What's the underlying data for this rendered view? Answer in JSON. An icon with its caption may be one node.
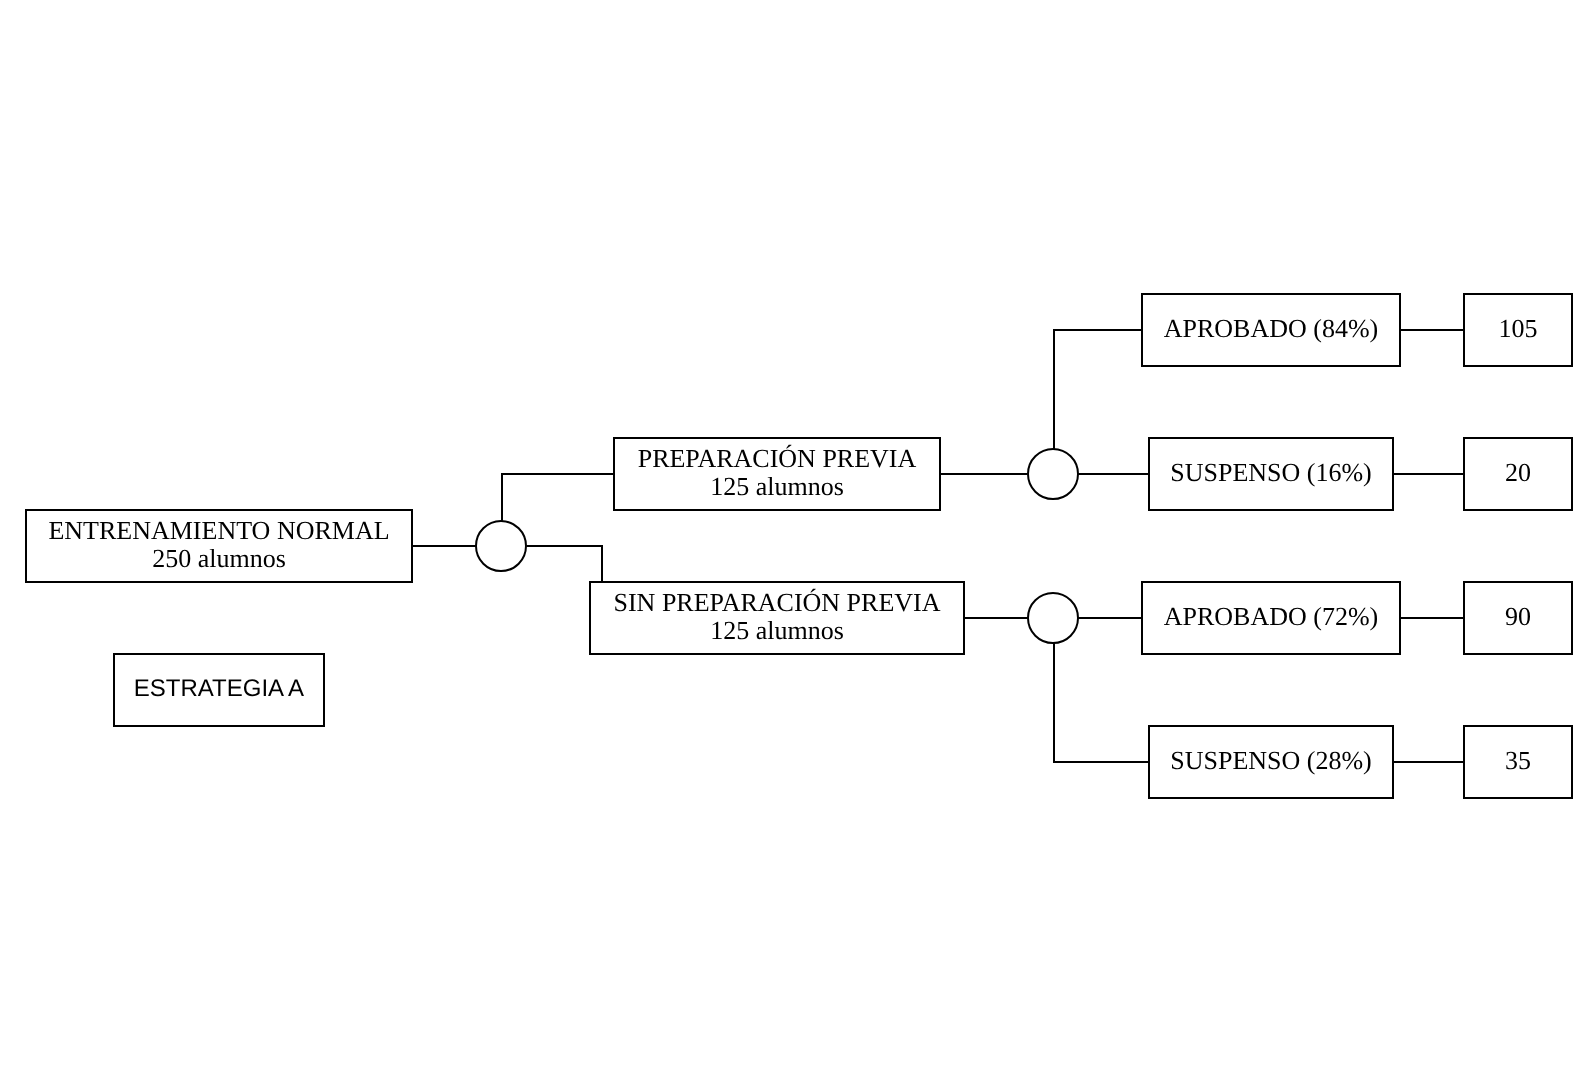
{
  "diagram": {
    "nodes": [
      {
        "text": [
          "ESTRATEGIA A"
        ]
      },
      {
        "text": [
          "ENTRENAMIENTO NORMAL",
          "250 alumnos"
        ]
      },
      {
        "text": [],
        "shape": "circle"
      },
      {
        "text": [
          "PREPARACIÓN PREVIA",
          "125 alumnos"
        ]
      },
      {
        "text": [
          "SIN PREPARACIÓN PREVIA",
          "125 alumnos"
        ]
      },
      {
        "text": [],
        "shape": "circle"
      },
      {
        "text": [
          "APROBADO (84%)"
        ]
      },
      {
        "text": [
          "SUSPENSO (16%)"
        ]
      },
      {
        "text": [
          "105"
        ]
      },
      {
        "text": [
          "20"
        ]
      },
      {
        "text": [],
        "shape": "circle"
      },
      {
        "text": [
          "APROBADO (72%)"
        ]
      },
      {
        "text": [
          "SUSPENSO (28%)"
        ]
      },
      {
        "text": [
          "90"
        ]
      },
      {
        "text": [
          "35"
        ]
      }
    ],
    "edges": [
      {
        "from": 1,
        "to": 2,
        "arrow": "none"
      },
      {
        "from": 2,
        "to": 3,
        "arrow": "none"
      },
      {
        "from": 2,
        "to": 4,
        "arrow": "none"
      },
      {
        "from": 3,
        "to": 5,
        "arrow": "none"
      },
      {
        "from": 5,
        "to": 6,
        "arrow": "none"
      },
      {
        "from": 5,
        "to": 7,
        "arrow": "none"
      },
      {
        "from": 6,
        "to": 8,
        "arrow": "none"
      },
      {
        "from": 7,
        "to": 9,
        "arrow": "none"
      },
      {
        "from": 4,
        "to": 10,
        "arrow": "none"
      },
      {
        "from": 10,
        "to": 11,
        "arrow": "none"
      },
      {
        "from": 10,
        "to": 12,
        "arrow": "none"
      },
      {
        "from": 11,
        "to": 13,
        "arrow": "none"
      },
      {
        "from": 12,
        "to": 14,
        "arrow": "none"
      }
    ]
  }
}
